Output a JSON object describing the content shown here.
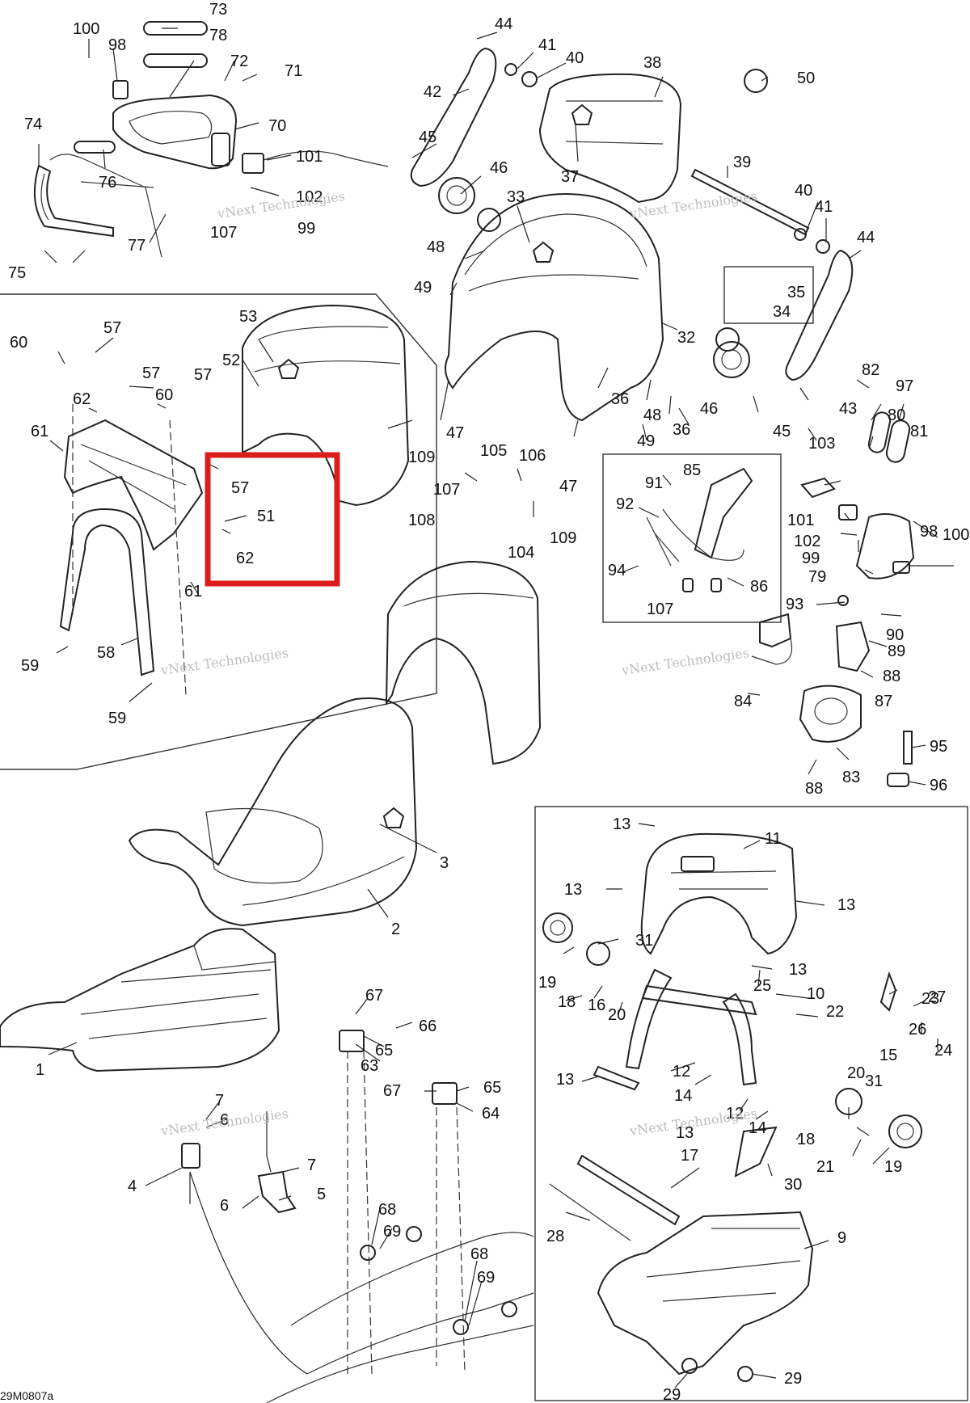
{
  "diagram_code": "29M0807a",
  "watermarks": [
    "vNext Technologies",
    "vNext Technologies",
    "vNext Technologies",
    "vNext Technologies",
    "vNext Technologies",
    "vNext Technologies"
  ],
  "highlight": {
    "color": "#dd1c1c",
    "labels": [
      "57",
      "51",
      "62"
    ]
  },
  "labels": [
    "100",
    "98",
    "73",
    "78",
    "72",
    "71",
    "70",
    "74",
    "76",
    "101",
    "102",
    "77",
    "107",
    "99",
    "75",
    "44",
    "41",
    "40",
    "38",
    "50",
    "42",
    "45",
    "46",
    "37",
    "33",
    "39",
    "40",
    "41",
    "44",
    "60",
    "57",
    "57",
    "62",
    "60",
    "57",
    "61",
    "53",
    "52",
    "57",
    "51",
    "62",
    "61",
    "59",
    "58",
    "59",
    "48",
    "49",
    "47",
    "109",
    "105",
    "106",
    "107",
    "108",
    "104",
    "109",
    "32",
    "36",
    "48",
    "36",
    "49",
    "47",
    "35",
    "34",
    "82",
    "97",
    "46",
    "43",
    "45",
    "103",
    "80",
    "81",
    "101",
    "102",
    "99",
    "79",
    "98",
    "100",
    "91",
    "85",
    "92",
    "94",
    "86",
    "107",
    "93",
    "90",
    "89",
    "88",
    "87",
    "84",
    "95",
    "83",
    "88",
    "96",
    "3",
    "2",
    "1",
    "13",
    "11",
    "13",
    "13",
    "31",
    "19",
    "18",
    "16",
    "20",
    "13",
    "25",
    "10",
    "22",
    "23",
    "27",
    "26",
    "24",
    "13",
    "12",
    "14",
    "12",
    "14",
    "13",
    "20",
    "15",
    "31",
    "18",
    "21",
    "19",
    "30",
    "17",
    "28",
    "9",
    "29",
    "29",
    "7",
    "6",
    "4",
    "7",
    "6",
    "5",
    "67",
    "66",
    "65",
    "63",
    "67",
    "65",
    "64",
    "68",
    "69",
    "68",
    "69"
  ]
}
